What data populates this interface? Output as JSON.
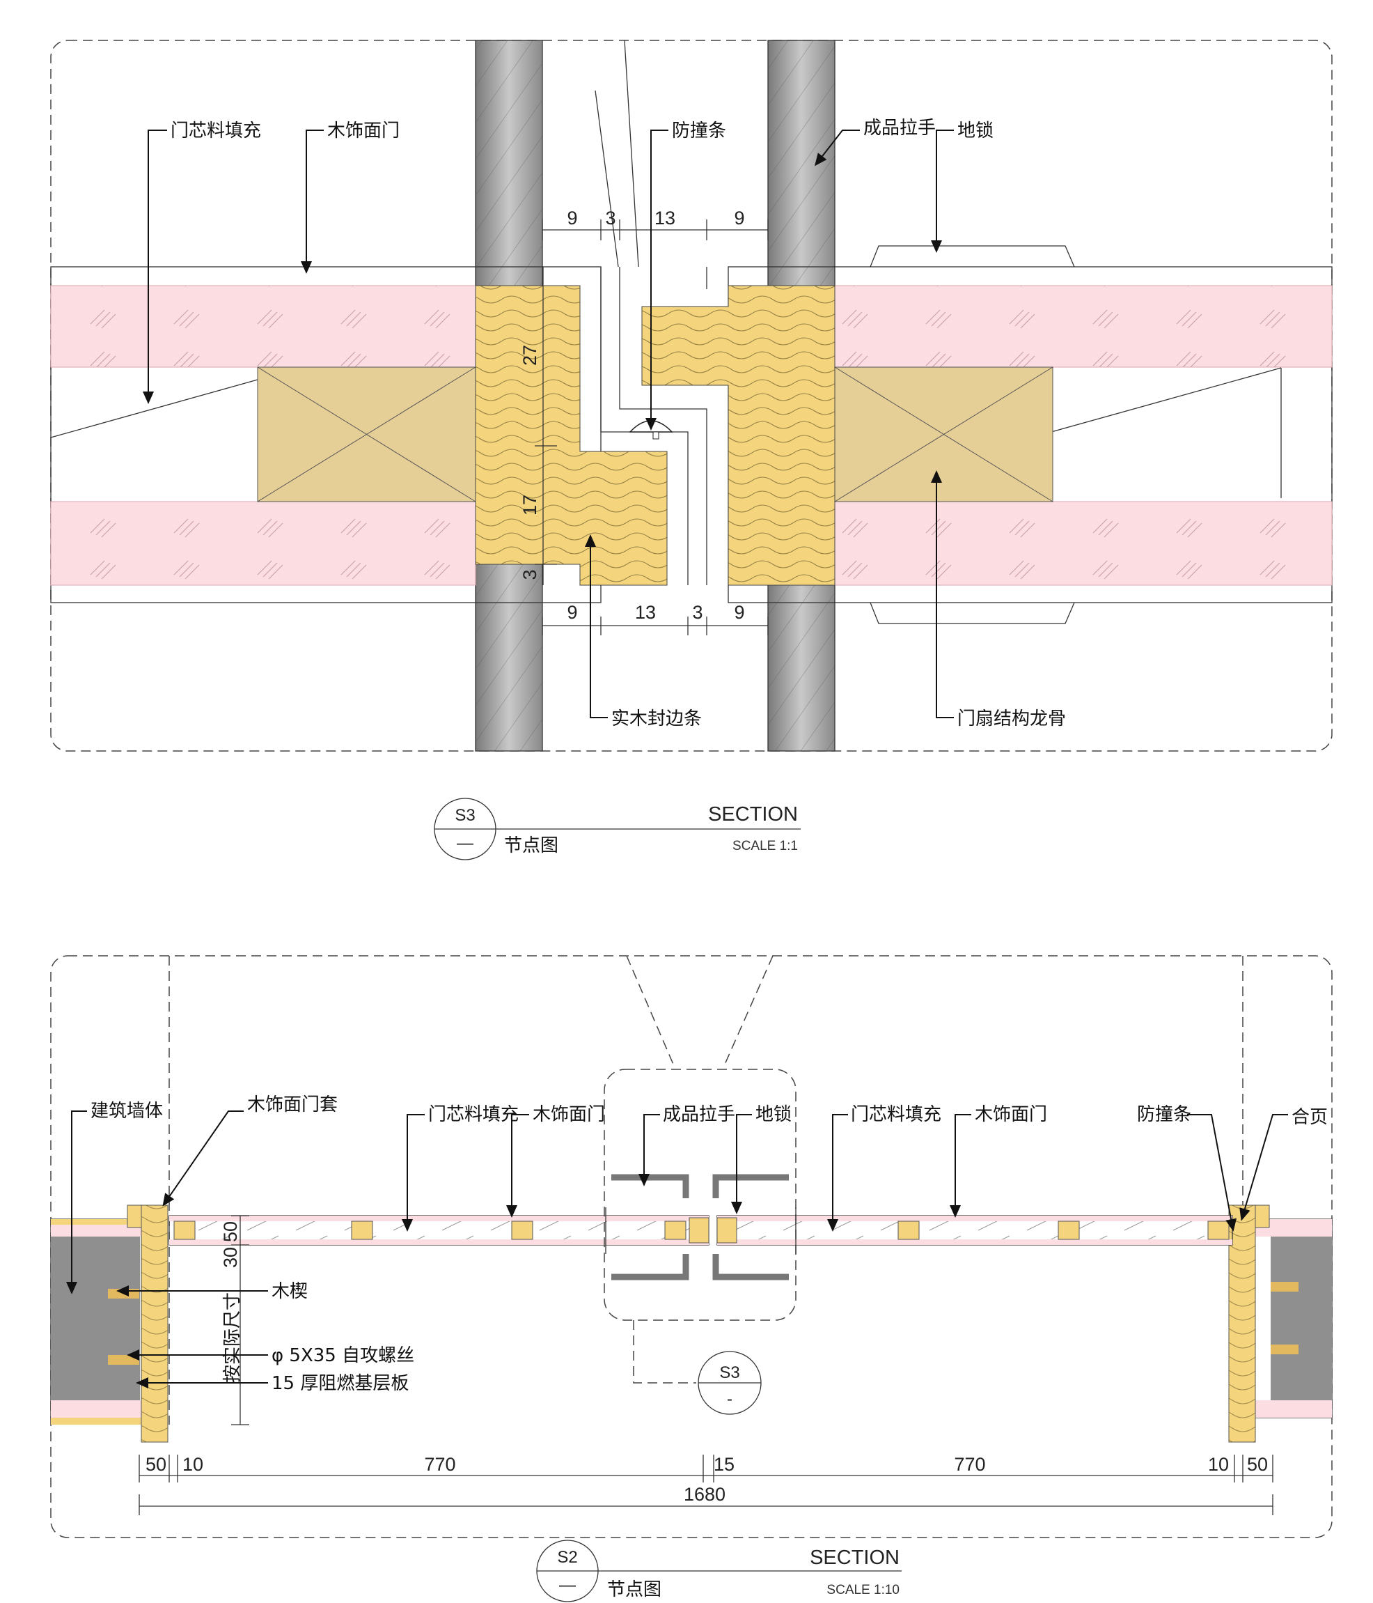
{
  "detail_s3": {
    "labels": {
      "core_fill": "门芯料填充",
      "wood_door": "木饰面门",
      "bump_strip": "防撞条",
      "handle": "成品拉手",
      "floor_lock": "地锁",
      "edge_strip": "实木封边条",
      "frame": "门扇结构龙骨"
    },
    "dims_top": [
      "9",
      "3",
      "13",
      "9"
    ],
    "dims_bottom": [
      "9",
      "13",
      "3",
      "9"
    ],
    "dims_vertical": [
      "27",
      "17",
      "3"
    ],
    "title": {
      "tag": "S3",
      "sub": "—",
      "section": "SECTION",
      "name": "节点图",
      "scale": "SCALE 1:1"
    }
  },
  "detail_s2": {
    "labels": {
      "wall": "建筑墙体",
      "casing": "木饰面门套",
      "core_fill_l": "门芯料填充",
      "wood_door_l": "木饰面门",
      "handle": "成品拉手",
      "floor_lock": "地锁",
      "core_fill_r": "门芯料填充",
      "wood_door_r": "木饰面门",
      "bump_strip": "防撞条",
      "hinge": "合页",
      "wedge": "木楔",
      "screw": "φ 5X35 自攻螺丝",
      "board": "15 厚阻燃基层板",
      "actual": "按实际尺寸"
    },
    "dims_small": [
      "50",
      "30"
    ],
    "dims_bottom": [
      "50",
      "10",
      "770",
      "15",
      "770",
      "10",
      "50"
    ],
    "dim_total": "1680",
    "callout": {
      "tag": "S3",
      "sub": "-"
    },
    "title": {
      "tag": "S2",
      "sub": "—",
      "section": "SECTION",
      "name": "节点图",
      "scale": "SCALE 1:10"
    }
  },
  "colors": {
    "wood": "#f4d57e",
    "timber": "#e6cf97",
    "panel": "#fbdde2",
    "wall": "#8f8f8f"
  }
}
